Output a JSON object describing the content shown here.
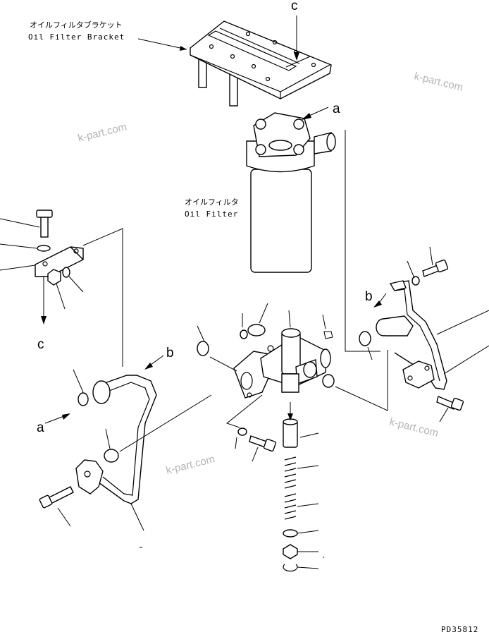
{
  "labels": {
    "bracket_jp": "オイルフィルタブラケット",
    "bracket_en": "Oil Filter Bracket",
    "filter_jp": "オイルフィルタ",
    "filter_en": "Oil Filter"
  },
  "refs": {
    "c_top": "c",
    "a_filter": "a",
    "c_left": "c",
    "b_pipe": "b",
    "a_left": "a",
    "b_right": "b"
  },
  "watermarks": [
    "k-part.com",
    "k-part.com",
    "k-part.com",
    "k-part.com"
  ],
  "drawing_code": "PD35812"
}
